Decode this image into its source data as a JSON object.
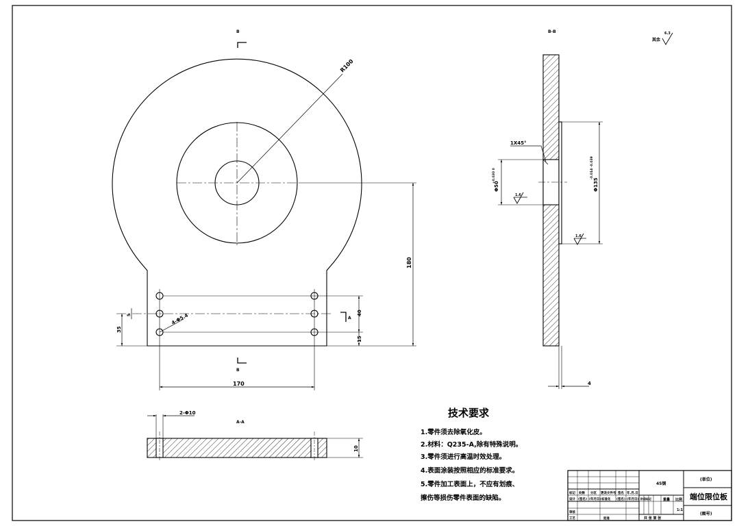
{
  "labels": {
    "section_b_top": "B",
    "section_b_bottom": "B",
    "section_a_side": "A",
    "section_bb_title": "B-B",
    "section_aa_title": "A-A",
    "roughness_rest": "其余",
    "roughness_rest_value": "6.3",
    "roughness_value": "1.6"
  },
  "dimensions": {
    "radius": "R100",
    "height_180": "180",
    "width_170": "170",
    "height_40": "40",
    "height_15": "15",
    "height_35": "35",
    "hole_offset": "5",
    "holes": "4-Φ5.4",
    "chamfer": "1X45°",
    "bore": "Φ50",
    "bore_tol": "+0.030\n0",
    "step": "Φ135",
    "step_tol": "-0.014\n-0.039",
    "thickness_4": "4",
    "holes_2": "2-Φ10",
    "thickness_10": "10"
  },
  "tech": {
    "title": "技术要求",
    "items": [
      "1.零件须去除氧化皮。",
      "2.材料：Q235-A,除有特殊说明。",
      "3.零件须进行高温时效处理。",
      "4.表面涂装按照相应的标准要求。",
      "5.零件加工表面上，不应有划痕、",
      "擦伤等损伤零件表面的缺陷。"
    ]
  },
  "title_block": {
    "material": "45钢",
    "company": "(单位)",
    "part_name": "端位限位板",
    "drawing_no": "(图号)",
    "weight_label": "重量",
    "scale_label": "比例",
    "scale": "1:1",
    "sheets": "共 张 第 张",
    "row_header": [
      "标记",
      "处数",
      "分区",
      "更改文件号",
      "签名",
      "年.月.日"
    ],
    "row_design": [
      "设计",
      "(签名)",
      "(年月日)",
      "标准化",
      "(签名)",
      "(年月日)"
    ],
    "row_review": "审核",
    "row_process": "工艺",
    "row_approve": "批准",
    "stage_label": "阶段标记"
  }
}
